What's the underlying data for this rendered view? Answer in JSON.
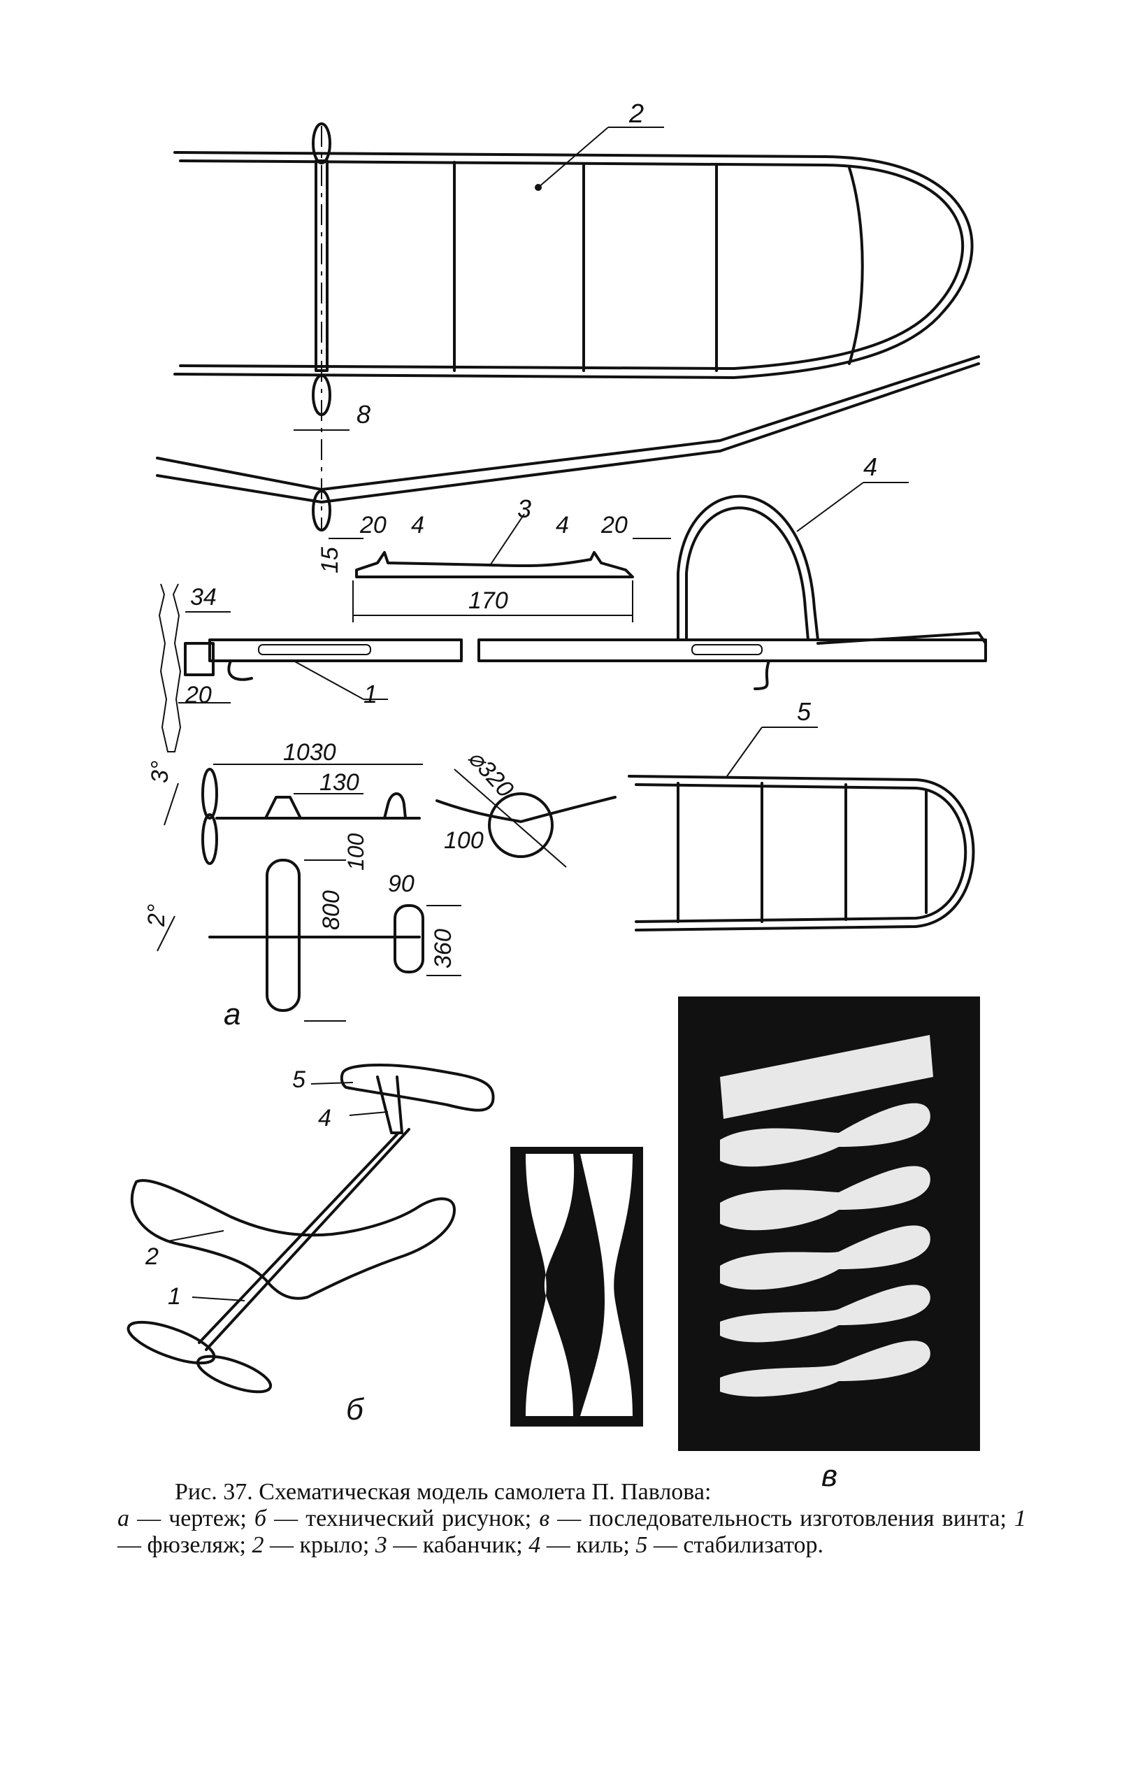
{
  "figure": {
    "part_numbers": {
      "wing": "2",
      "cabane": "3",
      "fin": "4",
      "fuselage": "1",
      "stabilizer": "5",
      "tech_fuselage": "1",
      "tech_wing": "2",
      "tech_fin": "4",
      "tech_stabilizer": "5"
    },
    "dimensions": {
      "wing_mount": "8",
      "cabane_left_offset": "20",
      "cabane_left_width": "4",
      "cabane_right_width": "4",
      "cabane_right_offset": "20",
      "cabane_height": "15",
      "cabane_length": "170",
      "nose_block": "34",
      "nose_offset": "20",
      "overall_length": "1030",
      "wing_position": "130",
      "fin_height": "100",
      "fin_offset": "90",
      "tail_length": "100",
      "prop_diameter": "⌀320",
      "wing_span": "800",
      "stab_span": "360",
      "angle_side": "3°",
      "angle_top": "2°"
    },
    "panel_labels": {
      "a": "а",
      "b": "б",
      "v": "в"
    }
  },
  "caption": {
    "title": "Рис. 37. Схематическая модель самолета П. Павлова:",
    "a_key": "а",
    "a_text": " — чертеж; ",
    "b_key": "б",
    "b_text": " — технический рисунок; ",
    "v_key": "в",
    "v_text": " — последовательность изготовления винта; ",
    "n1": "1",
    "t1": " — фюзеляж; ",
    "n2": "2",
    "t2": " — крыло; ",
    "n3": "3",
    "t3": " — кабанчик; ",
    "n4": "4",
    "t4": " — киль; ",
    "n5": "5",
    "t5": " — стабилизатор."
  }
}
